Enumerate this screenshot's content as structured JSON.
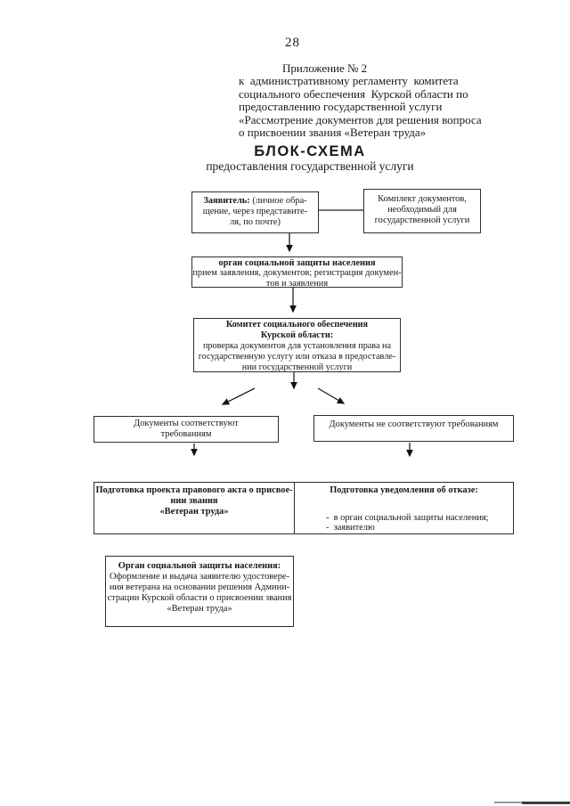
{
  "page": {
    "number": "28"
  },
  "appendix": {
    "lines": [
      "Приложение № 2",
      "к  административному регламенту  комитета",
      "социального обеспечения  Курской области по",
      "предоставлению государственной услуги",
      "«Рассмотрение документов для решения вопроса",
      "о присвоении звания «Ветеран труда»"
    ]
  },
  "title": {
    "main": "БЛОК-СХЕМА",
    "subtitle": "предоставления государственной услуги"
  },
  "flowchart": {
    "applicant": {
      "bold": "Заявитель:",
      "rest": " (личное обра-",
      "lines": [
        "щение, через представите-",
        "ля, по почте)"
      ]
    },
    "documents_package": {
      "lines": [
        "Комплект документов,",
        "необходимый для",
        "государственной услуги"
      ]
    },
    "social_protection_body": {
      "title": "орган социальной защиты населения",
      "lines": [
        "прием заявления, документов; регистрация докумен-",
        "тов и заявления"
      ]
    },
    "committee": {
      "title_lines": [
        "Комитет социального обеспечения",
        "Курской области:"
      ],
      "lines": [
        "проверка документов для установления права на",
        "государственную услугу или отказа в предоставле-",
        "нии государственной услуги"
      ]
    },
    "docs_conform": {
      "lines": [
        "Документы соответствуют",
        "требованиям"
      ]
    },
    "docs_not_conform": {
      "lines": [
        "Документы не соответствуют требованиям"
      ]
    },
    "draft_legal_act": {
      "lines": [
        "Подготовка проекта правового акта о присвое-",
        "нии звания",
        "«Ветеран труда»"
      ]
    },
    "refusal_notice": {
      "title": "Подготовка уведомления об отказе:",
      "items": [
        "-  в орган социальной защиты населения;",
        "-  заявителю"
      ]
    },
    "certificate_issue": {
      "title": "Орган социальной защиты населения:",
      "lines": [
        "Оформление и выдача заявителю удостовере-",
        "ния ветерана на основании решения Админи-",
        "страции Курской области о присвоении звания",
        "«Ветеран труда»"
      ]
    }
  },
  "colors": {
    "ink": "#1a1a1a",
    "box_border": "#2f2f2f",
    "background": "#ffffff"
  }
}
